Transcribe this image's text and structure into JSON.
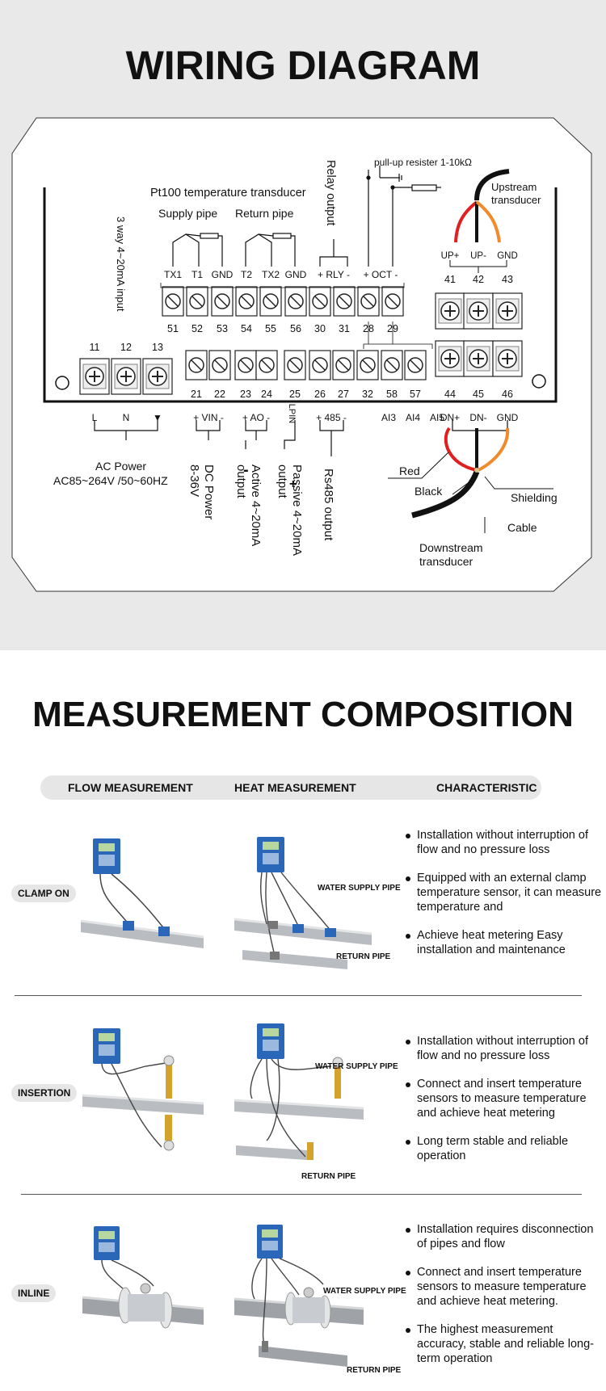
{
  "wiring": {
    "title": "WIRING DIAGRAM",
    "pt100_label": "Pt100 temperature transducer",
    "supply_pipe": "Supply pipe",
    "return_pipe": "Return pipe",
    "relay_output": "Relay output",
    "pullup": "pull-up resister 1-10kΩ",
    "upstream": [
      "Upstream",
      "transducer"
    ],
    "input_4_20": "3 way 4~20mA input",
    "top_labels": [
      "TX1",
      "T1",
      "GND",
      "T2",
      "TX2",
      "GND",
      "+ RLY -",
      "+ OCT -"
    ],
    "top_numbers": [
      "51",
      "52",
      "53",
      "54",
      "55",
      "56",
      "30",
      "31",
      "28",
      "29"
    ],
    "up_labels": [
      "UP+",
      "UP-",
      "GND"
    ],
    "up_numbers": [
      "41",
      "42",
      "43"
    ],
    "power_numbers": [
      "11",
      "12",
      "13"
    ],
    "bottom_numbers": [
      "21",
      "22",
      "23",
      "24",
      "25",
      "26",
      "27",
      "32",
      "58",
      "57"
    ],
    "dn_numbers": [
      "44",
      "45",
      "46"
    ],
    "bottom_labels": [
      "L",
      "N",
      "▼",
      "+ VIN -",
      "+ AO -",
      "LPIN",
      "+ 485 -",
      "AI3",
      "AI4",
      "AI5",
      "DN+",
      "DN-",
      "GND"
    ],
    "ac_power": [
      "AC Power",
      "AC85~264V /50~60HZ"
    ],
    "dc_power": [
      "DC Power",
      "8-36V"
    ],
    "active": [
      "Active 4~20mA",
      "output"
    ],
    "passive": [
      "Passive 4~20mA",
      "output"
    ],
    "rs485": "Rs485 output",
    "minus": "-",
    "plus": "+",
    "red": "Red",
    "black": "Black",
    "shielding": "Shielding",
    "cable": "Cable",
    "downstream": [
      "Downstream",
      "transducer"
    ]
  },
  "composition": {
    "title": "MEASUREMENT COMPOSITION",
    "headers": [
      "FLOW MEASUREMENT",
      "HEAT MEASUREMENT",
      "CHARACTERISTIC"
    ],
    "rows": [
      {
        "label": "CLAMP ON",
        "supply_tag": "WATER SUPPLY PIPE",
        "return_tag": "RETURN PIPE",
        "bullets": [
          "Installation without interruption of flow and no pressure loss",
          "Equipped with an external clamp temperature sensor, it can measure temperature and",
          "Achieve heat metering Easy installation and maintenance"
        ]
      },
      {
        "label": "INSERTION",
        "supply_tag": "WATER SUPPLY PIPE",
        "return_tag": "RETURN PIPE",
        "bullets": [
          "Installation without interruption of flow and no pressure loss",
          "Connect and insert temperature sensors to measure temperature and achieve heat metering",
          "Long term stable and reliable operation"
        ]
      },
      {
        "label": "INLINE",
        "supply_tag": "WATER SUPPLY PIPE",
        "return_tag": "RETURN PIPE",
        "bullets": [
          "Installation requires disconnection of pipes and flow",
          "Connect and insert temperature sensors to measure temperature and achieve heat metering.",
          "The highest measurement accuracy, stable and reliable long-term operation"
        ]
      }
    ]
  },
  "colors": {
    "meter_blue": "#2a67b8",
    "red_wire": "#e02020",
    "orange_wire": "#f08a2a",
    "pipe": "#b9bcc0"
  }
}
